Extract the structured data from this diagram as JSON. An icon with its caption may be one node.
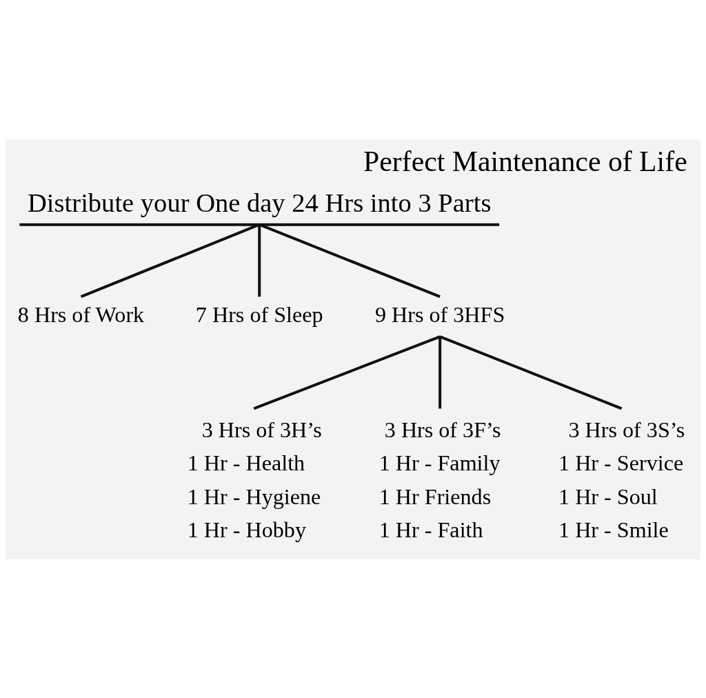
{
  "diagram": {
    "title": "Perfect Maintenance of Life",
    "nodes": [
      {
        "text": [
          "Distribute your One day 24 Hrs into 3 Parts"
        ]
      },
      {
        "text": [
          "8 Hrs of Work"
        ]
      },
      {
        "text": [
          "7 Hrs of Sleep"
        ]
      },
      {
        "text": [
          "9 Hrs of 3HFS"
        ]
      },
      {
        "text": [
          "3 Hrs of 3H’s"
        ],
        "beside": [
          "1 Hr - Health",
          "1 Hr - Hygiene",
          "1 Hr - Hobby"
        ]
      },
      {
        "text": [
          "3 Hrs of 3F’s"
        ],
        "beside": [
          "1 Hr - Family",
          "1 Hr Friends",
          "1 Hr - Faith"
        ]
      },
      {
        "text": [
          "3 Hrs of 3S’s"
        ],
        "beside": [
          "1 Hr - Service",
          "1 Hr - Soul",
          "1 Hr - Smile"
        ]
      }
    ],
    "edges": [
      {
        "from": 0,
        "to": 1,
        "arrow": "none"
      },
      {
        "from": 0,
        "to": 2,
        "arrow": "none"
      },
      {
        "from": 0,
        "to": 3,
        "arrow": "none"
      },
      {
        "from": 3,
        "to": 4,
        "arrow": "none"
      },
      {
        "from": 3,
        "to": 5,
        "arrow": "none"
      },
      {
        "from": 3,
        "to": 6,
        "arrow": "none"
      }
    ]
  }
}
